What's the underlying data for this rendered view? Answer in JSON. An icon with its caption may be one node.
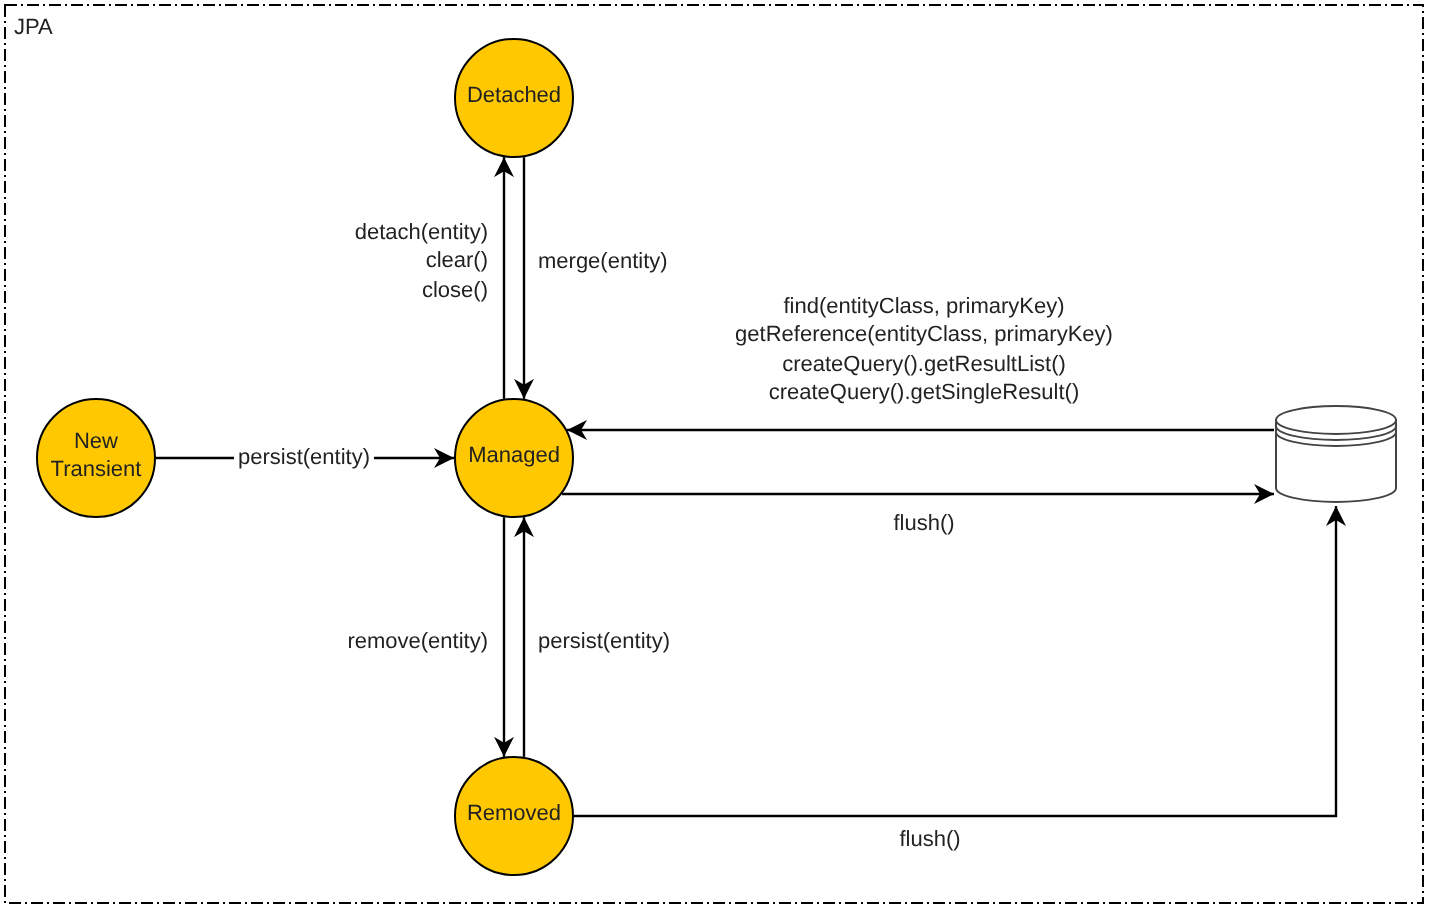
{
  "diagram": {
    "nodes": [
      {
        "text": [
          "JPA"
        ]
      },
      {
        "text": [
          "Detached"
        ],
        "in": 0
      },
      {
        "text": [
          "New Transient"
        ],
        "in": 0
      },
      {
        "text": [
          "Managed"
        ],
        "in": 0
      },
      {
        "text": [],
        "shape": "cylinder",
        "in": 0
      },
      {
        "text": [
          "Removed"
        ],
        "in": 0
      }
    ],
    "edges": [
      {
        "from": 3,
        "to": 1,
        "arrow": "to",
        "label": "detach(entity) clear() close()"
      },
      {
        "from": 1,
        "to": 3,
        "arrow": "to",
        "label": "merge(entity)"
      },
      {
        "from": 2,
        "to": 3,
        "arrow": "to",
        "label": "persist(entity)"
      },
      {
        "from": 4,
        "to": 3,
        "arrow": "to",
        "label": "find(entityClass, primaryKey) getReference(entityClass, primaryKey) createQuery().getResultList() createQuery().getSingleResult()"
      },
      {
        "from": 3,
        "to": 4,
        "arrow": "to",
        "label": "flush()"
      },
      {
        "from": 3,
        "to": 5,
        "arrow": "to",
        "label": "remove(entity)"
      },
      {
        "from": 5,
        "to": 3,
        "arrow": "to",
        "label": "persist(entity)"
      },
      {
        "from": 5,
        "to": 4,
        "arrow": "to",
        "label": "flush()"
      }
    ]
  }
}
